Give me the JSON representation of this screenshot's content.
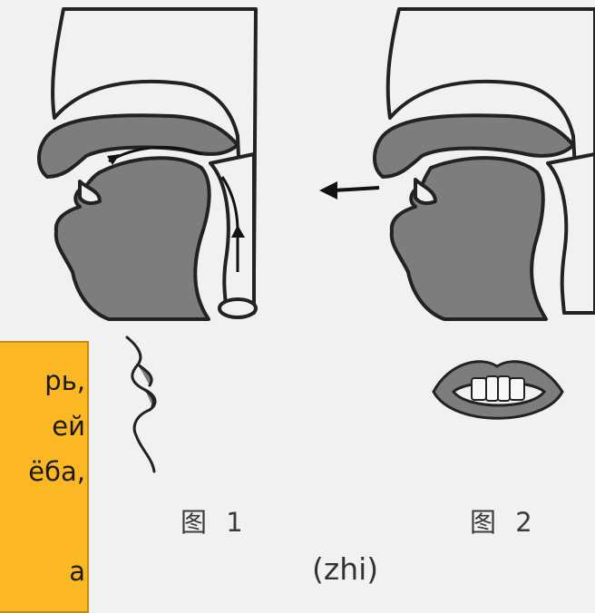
{
  "figure": {
    "fig1_caption": "图 1",
    "fig2_caption": "图 2",
    "sound_label": "(zhi)"
  },
  "note": {
    "lines": [
      "рь,",
      "ей",
      "ёба,",
      "",
      "а"
    ]
  },
  "colors": {
    "background": "#f1f1ef",
    "diagram_gray": "#7a7a7a",
    "outline": "#222222",
    "note_fill": "#fbb824",
    "note_border": "#c98b17"
  }
}
